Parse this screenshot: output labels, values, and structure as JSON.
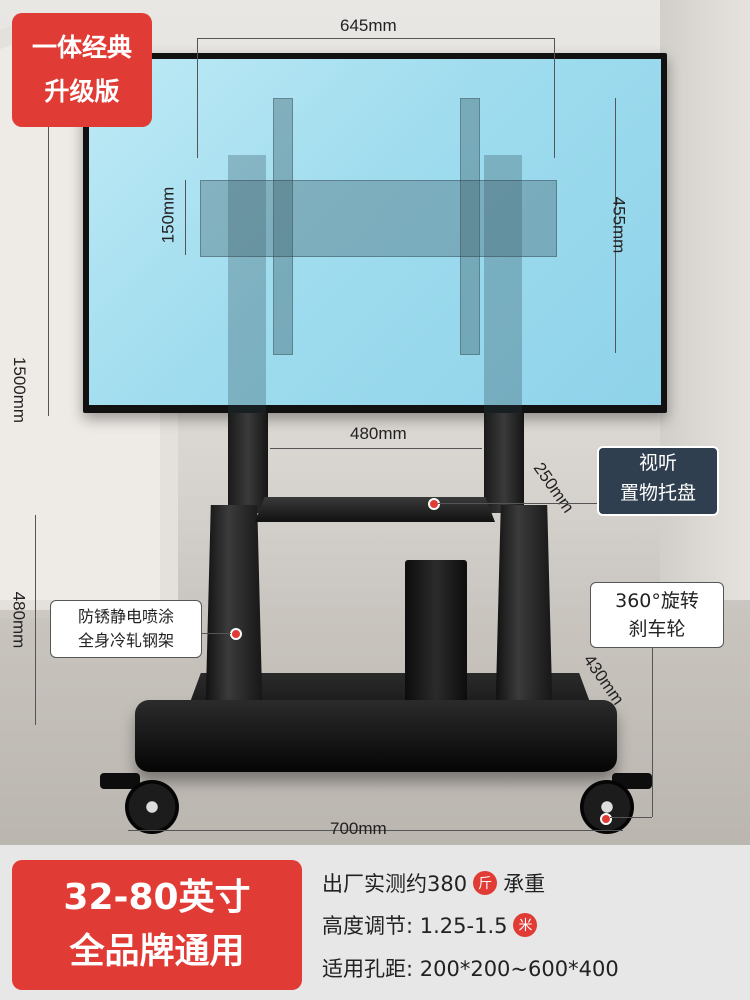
{
  "badges": {
    "top_line1": "一体经典",
    "top_line2": "升级版"
  },
  "dimensions": {
    "width_645": "645mm",
    "height_150": "150mm",
    "height_455": "455mm",
    "height_1500": "1500mm",
    "width_480": "480mm",
    "depth_250": "250mm",
    "height_480": "480mm",
    "depth_430": "430mm",
    "width_700": "700mm"
  },
  "callouts": {
    "shelf_line1": "视听",
    "shelf_line2": "置物托盘",
    "coating_line1": "防锈静电喷涂",
    "coating_line2": "全身冷轧钢架",
    "wheel_line1": "360°旋转",
    "wheel_line2": "刹车轮"
  },
  "footer": {
    "size_line1": "32-80英寸",
    "size_line2": "全品牌通用",
    "load_text": "出厂实测约380",
    "load_unit": "斤",
    "load_suffix": "承重",
    "height_text": "高度调节: 1.25-1.5",
    "height_unit": "米",
    "hole_text": "适用孔距: 200*200~600*400"
  },
  "colors": {
    "accent_red": "#e03b35",
    "callout_dark": "#2f3f4f",
    "screen_blue": "#9fdcee"
  }
}
